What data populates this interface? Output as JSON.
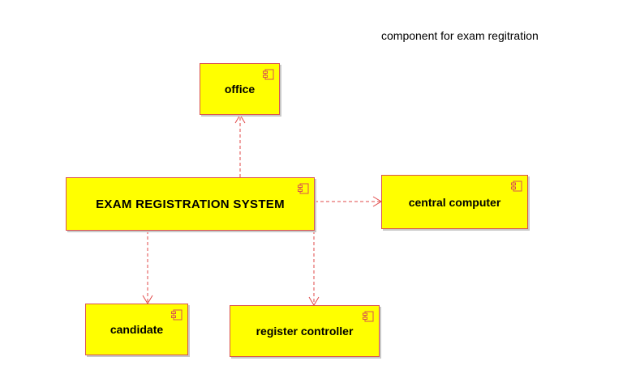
{
  "diagram": {
    "caption": "component for exam regitration",
    "colors": {
      "fill": "#ffff00",
      "border": "#d9534f",
      "dependency": "#e04848"
    },
    "components": {
      "office": {
        "label": "office",
        "icon": "component-icon"
      },
      "exam_system": {
        "label": "EXAM REGISTRATION SYSTEM",
        "icon": "component-icon"
      },
      "central_computer": {
        "label": "central computer",
        "icon": "component-icon"
      },
      "candidate": {
        "label": "candidate",
        "icon": "component-icon"
      },
      "register_controller": {
        "label": "register controller",
        "icon": "component-icon"
      }
    },
    "dependencies": [
      {
        "from": "EXAM REGISTRATION SYSTEM",
        "to": "office",
        "style": "dashed-arrow"
      },
      {
        "from": "EXAM REGISTRATION SYSTEM",
        "to": "central computer",
        "style": "dashed-arrow"
      },
      {
        "from": "EXAM REGISTRATION SYSTEM",
        "to": "candidate",
        "style": "dashed-arrow"
      },
      {
        "from": "EXAM REGISTRATION SYSTEM",
        "to": "register controller",
        "style": "dashed-arrow"
      }
    ]
  }
}
